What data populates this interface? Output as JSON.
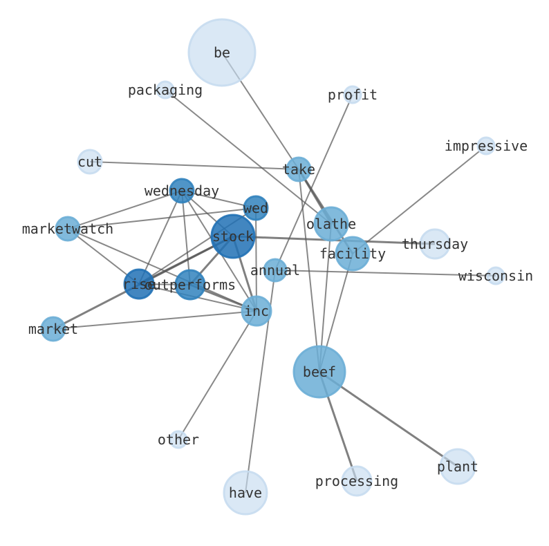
{
  "colors": {
    "light": "#c6dbef",
    "medium": "#6baed6",
    "dark": "#3182bd",
    "darkest": "#2171b5",
    "edge": "#555555",
    "label": "#333333"
  },
  "nodes": [
    {
      "id": "be",
      "label": "be",
      "level": "light"
    },
    {
      "id": "packaging",
      "label": "packaging",
      "level": "light"
    },
    {
      "id": "profit",
      "label": "profit",
      "level": "light"
    },
    {
      "id": "impressive",
      "label": "impressive",
      "level": "light"
    },
    {
      "id": "cut",
      "label": "cut",
      "level": "light"
    },
    {
      "id": "take",
      "label": "take",
      "level": "medium"
    },
    {
      "id": "wednesday",
      "label": "wednesday",
      "level": "dark"
    },
    {
      "id": "wed",
      "label": "wed",
      "level": "dark"
    },
    {
      "id": "marketwatch",
      "label": "marketwatch",
      "level": "medium"
    },
    {
      "id": "olathe",
      "label": "olathe",
      "level": "medium"
    },
    {
      "id": "stock",
      "label": "stock",
      "level": "darkest"
    },
    {
      "id": "thursday",
      "label": "thursday",
      "level": "light"
    },
    {
      "id": "facility",
      "label": "facility",
      "level": "medium"
    },
    {
      "id": "annual",
      "label": "annual",
      "level": "medium"
    },
    {
      "id": "wisconsin",
      "label": "wisconsin",
      "level": "light"
    },
    {
      "id": "rise",
      "label": "rise",
      "level": "darkest"
    },
    {
      "id": "outperforms",
      "label": "outperforms",
      "level": "dark"
    },
    {
      "id": "inc",
      "label": "inc",
      "level": "medium"
    },
    {
      "id": "market",
      "label": "market",
      "level": "medium"
    },
    {
      "id": "beef",
      "label": "beef",
      "level": "medium"
    },
    {
      "id": "other",
      "label": "other",
      "level": "light"
    },
    {
      "id": "plant",
      "label": "plant",
      "level": "light"
    },
    {
      "id": "processing",
      "label": "processing",
      "level": "light"
    },
    {
      "id": "have",
      "label": "have",
      "level": "light"
    }
  ],
  "edges": [
    {
      "source": "be",
      "target": "take",
      "weight": 1
    },
    {
      "source": "packaging",
      "target": "olathe",
      "weight": 1
    },
    {
      "source": "profit",
      "target": "annual",
      "weight": 1
    },
    {
      "source": "impressive",
      "target": "facility",
      "weight": 1
    },
    {
      "source": "cut",
      "target": "take",
      "weight": 1
    },
    {
      "source": "take",
      "target": "olathe",
      "weight": 2
    },
    {
      "source": "take",
      "target": "facility",
      "weight": 2
    },
    {
      "source": "wednesday",
      "target": "wed",
      "weight": 1
    },
    {
      "source": "wednesday",
      "target": "marketwatch",
      "weight": 1
    },
    {
      "source": "wednesday",
      "target": "rise",
      "weight": 1
    },
    {
      "source": "wednesday",
      "target": "outperforms",
      "weight": 1
    },
    {
      "source": "wednesday",
      "target": "inc",
      "weight": 1
    },
    {
      "source": "wednesday",
      "target": "stock",
      "weight": 1
    },
    {
      "source": "wed",
      "target": "marketwatch",
      "weight": 1
    },
    {
      "source": "wed",
      "target": "inc",
      "weight": 1
    },
    {
      "source": "wed",
      "target": "rise",
      "weight": 1
    },
    {
      "source": "marketwatch",
      "target": "inc",
      "weight": 1
    },
    {
      "source": "marketwatch",
      "target": "rise",
      "weight": 1
    },
    {
      "source": "stock",
      "target": "rise",
      "weight": 2
    },
    {
      "source": "stock",
      "target": "outperforms",
      "weight": 2
    },
    {
      "source": "stock",
      "target": "market",
      "weight": 2
    },
    {
      "source": "stock",
      "target": "inc",
      "weight": 2
    },
    {
      "source": "stock",
      "target": "thursday",
      "weight": 2
    },
    {
      "source": "rise",
      "target": "outperforms",
      "weight": 1
    },
    {
      "source": "rise",
      "target": "inc",
      "weight": 1
    },
    {
      "source": "outperforms",
      "target": "inc",
      "weight": 2
    },
    {
      "source": "market",
      "target": "inc",
      "weight": 1
    },
    {
      "source": "annual",
      "target": "wisconsin",
      "weight": 1
    },
    {
      "source": "annual",
      "target": "have",
      "weight": 1
    },
    {
      "source": "inc",
      "target": "other",
      "weight": 1
    },
    {
      "source": "olathe",
      "target": "beef",
      "weight": 1
    },
    {
      "source": "facility",
      "target": "beef",
      "weight": 1
    },
    {
      "source": "take",
      "target": "beef",
      "weight": 1
    },
    {
      "source": "beef",
      "target": "plant",
      "weight": 2
    },
    {
      "source": "beef",
      "target": "processing",
      "weight": 2
    }
  ]
}
